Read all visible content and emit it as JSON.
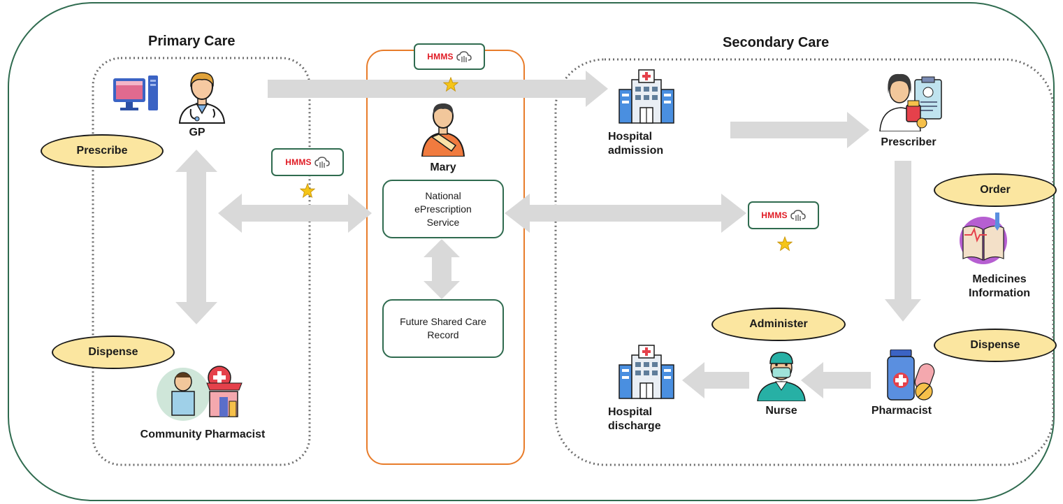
{
  "sections": {
    "primary_care": "Primary Care",
    "secondary_care": "Secondary Care"
  },
  "actors": {
    "gp": "GP",
    "community_pharmacist": "Community Pharmacist",
    "mary": "Mary",
    "hospital_admission": "Hospital admission",
    "prescriber": "Prescriber",
    "medicines_information": "Medicines Information",
    "nurse": "Nurse",
    "pharmacist": "Pharmacist",
    "hospital_discharge": "Hospital discharge"
  },
  "actions": {
    "prescribe": "Prescribe",
    "dispense_primary": "Dispense",
    "order": "Order",
    "administer": "Administer",
    "dispense_secondary": "Dispense"
  },
  "services": {
    "national_eprescription": "National ePrescription Service",
    "future_shared_care_record": "Future Shared Care Record"
  },
  "hmms_label": "HMMS",
  "colors": {
    "outer_border": "#2f6b4f",
    "patient_column": "#e87c2a",
    "arrow": "#d9d9d9",
    "pill_fill": "#fbe6a0",
    "hmms_text": "#e01b24",
    "star": "#f5c518"
  },
  "icons": [
    "computer-icon",
    "doctor-icon",
    "patient-icon",
    "hospital-icon",
    "prescriber-icon",
    "medicines-book-icon",
    "nurse-icon",
    "medicine-bottle-icon",
    "pharmacy-icon",
    "cloud-icon",
    "star-icon"
  ]
}
